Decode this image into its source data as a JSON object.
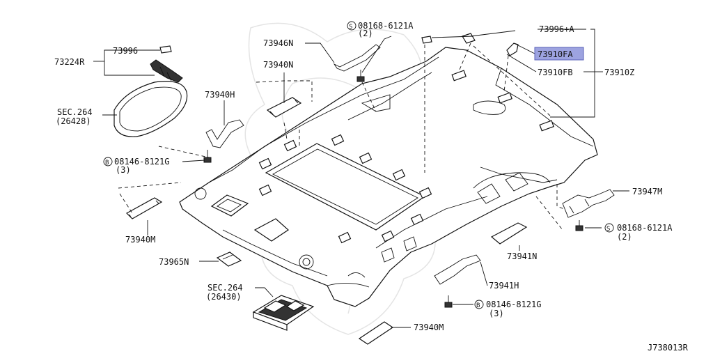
{
  "diagram": {
    "code": "J738013R",
    "highlight_color": "#9da3e0",
    "labels": {
      "p73996": "73996",
      "p73224R": "73224R",
      "p73946N": "73946N",
      "p73940N": "73940N",
      "p73940H": "73940H",
      "sec264_a": "SEC.264",
      "sec264_a_ref": "(26428)",
      "bolt_08146_a": "08146-8121G",
      "bolt_08146_a_qty": "(3)",
      "p73940M_a": "73940M",
      "p73965N": "73965N",
      "sec264_b": "SEC.264",
      "sec264_b_ref": "(26430)",
      "bolt_08168_top": "08168-6121A",
      "bolt_08168_top_qty": "(2)",
      "p73996A": "73996+A",
      "p73910FA": "73910FA",
      "p73910FB": "73910FB",
      "p73910Z": "73910Z",
      "p73947M": "73947M",
      "bolt_08168_right": "08168-6121A",
      "bolt_08168_right_qty": "(2)",
      "p73941N": "73941N",
      "p73941H": "73941H",
      "bolt_08146_b": "08146-8121G",
      "bolt_08146_b_qty": "(3)",
      "p73940M_b": "73940M"
    }
  }
}
